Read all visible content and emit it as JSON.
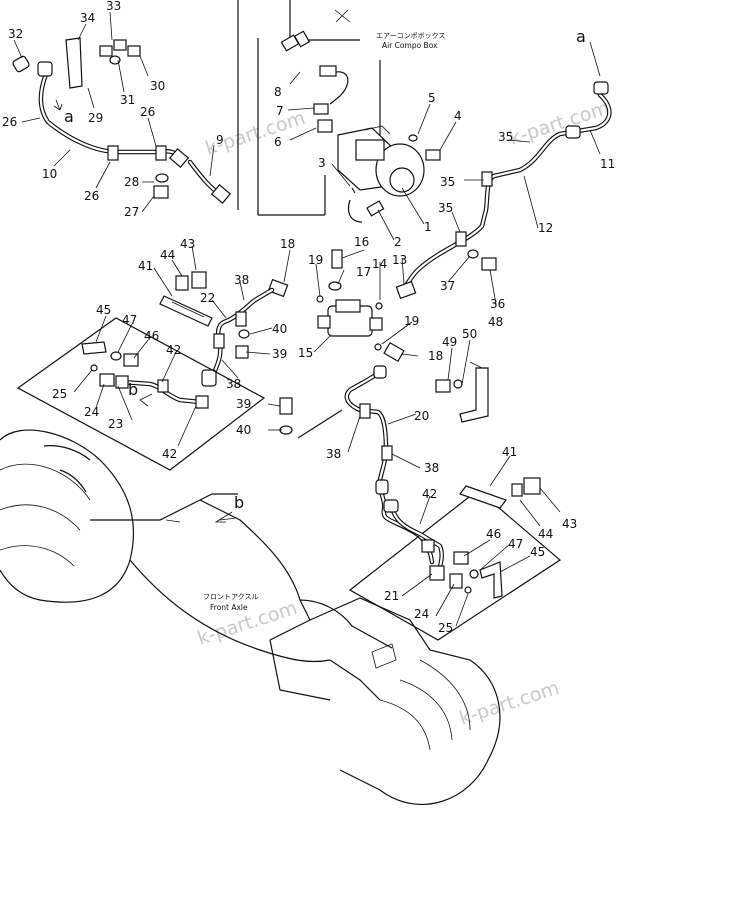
{
  "air_compo_box": {
    "label_jp": "エアーコンポボックス",
    "label_en": "Air Compo Box"
  },
  "front_axle": {
    "label_jp": "フロントアクスル",
    "label_en": "Front Axle"
  },
  "watermark": "k-part.com",
  "letters": {
    "a": "a",
    "b": "b"
  },
  "numbers": {
    "n1": "1",
    "n2": "2",
    "n3": "3",
    "n4": "4",
    "n5": "5",
    "n6": "6",
    "n7": "7",
    "n8": "8",
    "n9": "9",
    "n10": "10",
    "n11": "11",
    "n12": "12",
    "n13": "13",
    "n14": "14",
    "n15": "15",
    "n16": "16",
    "n17": "17",
    "n18": "18",
    "n19": "19",
    "n20": "20",
    "n21": "21",
    "n22": "22",
    "n23": "23",
    "n24": "24",
    "n25": "25",
    "n26": "26",
    "n27": "27",
    "n28": "28",
    "n29": "29",
    "n30": "30",
    "n31": "31",
    "n32": "32",
    "n33": "33",
    "n34": "34",
    "n35": "35",
    "n36": "36",
    "n37": "37",
    "n38": "38",
    "n39": "39",
    "n40": "40",
    "n41": "41",
    "n42": "42",
    "n43": "43",
    "n44": "44",
    "n45": "45",
    "n46": "46",
    "n47": "47",
    "n48": "48",
    "n49": "49",
    "n50": "50"
  }
}
